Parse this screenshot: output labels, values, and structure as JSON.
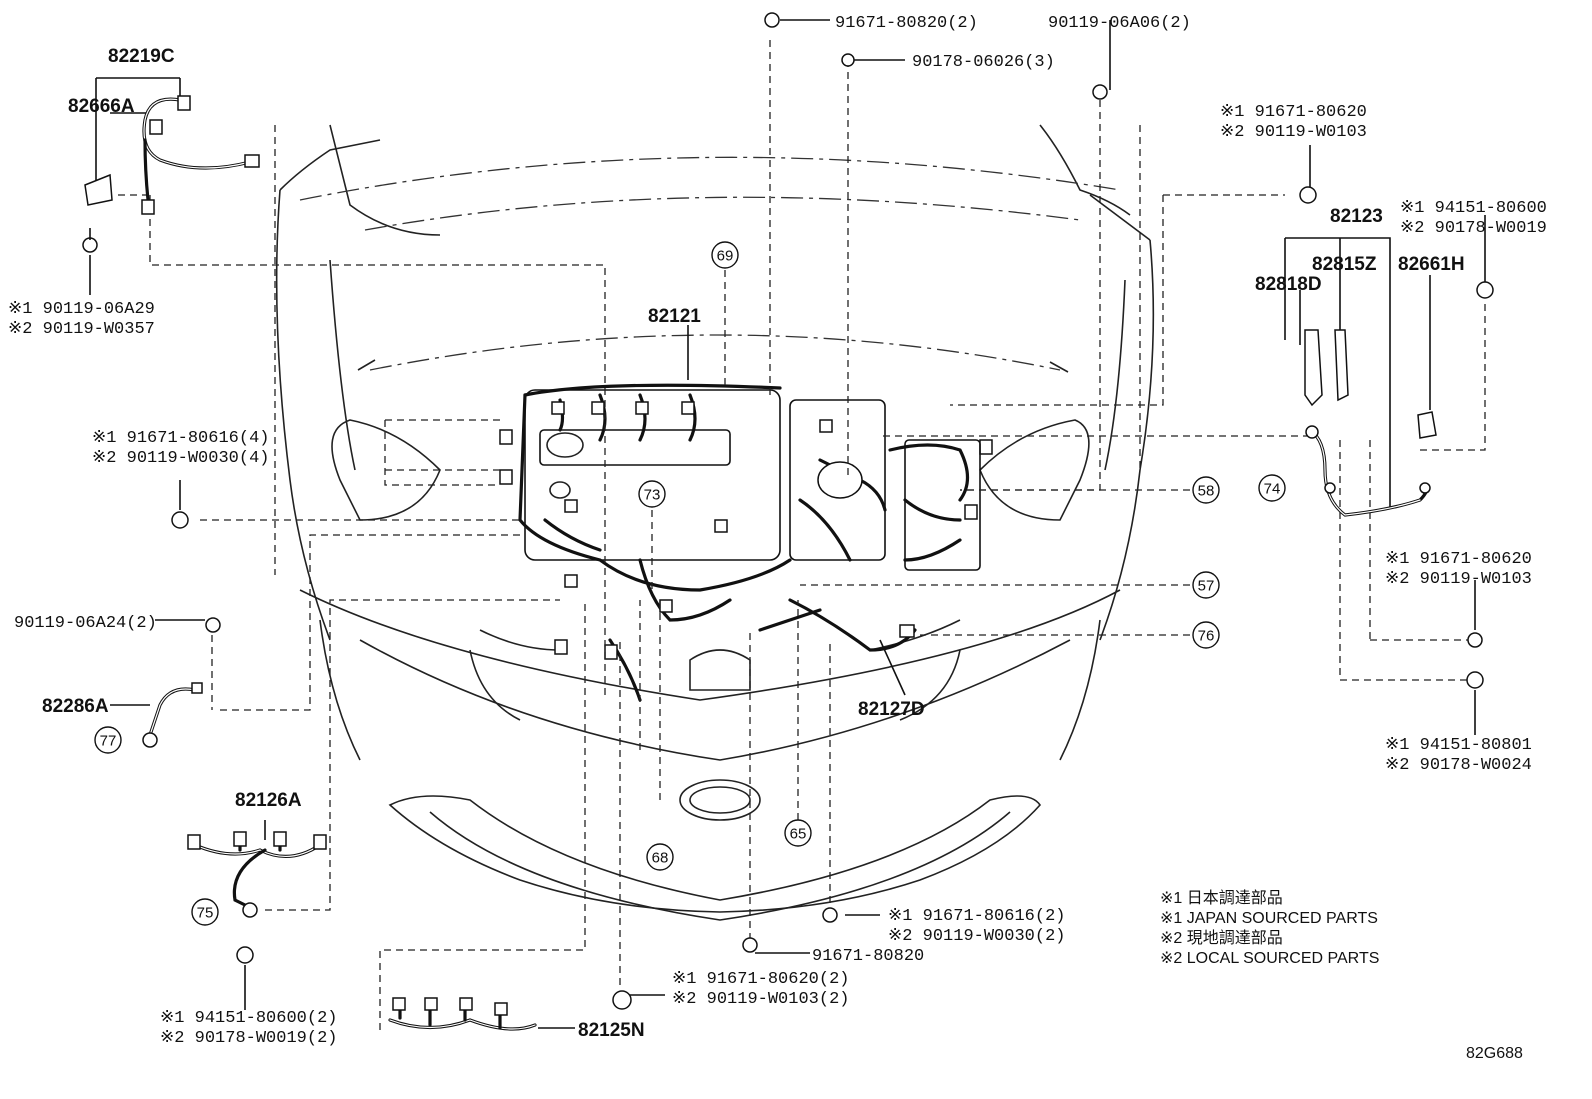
{
  "diagram_code": "82G688",
  "parts": {
    "p82219C": "82219C",
    "p82666A": "82666A",
    "p82121": "82121",
    "p82123": "82123",
    "p82815Z": "82815Z",
    "p82818D": "82818D",
    "p82661H": "82661H",
    "p82286A": "82286A",
    "p82126A": "82126A",
    "p82127D": "82127D",
    "p82125N": "82125N"
  },
  "fasteners": {
    "f_top_bolt": "91671-80820(2)",
    "f_top_clip": "90178-06026(3)",
    "f_top_right": "90119-06A06(2)",
    "f_left_top_1": "※1 90119-06A29",
    "f_left_top_2": "※2 90119-W0357",
    "f_left_mid_1": "※1 91671-80616(4)",
    "f_left_mid_2": "※2 90119-W0030(4)",
    "f_left_low": "90119-06A24(2)",
    "f_bottom_left_1": "※1 94151-80600(2)",
    "f_bottom_left_2": "※2 90178-W0019(2)",
    "f_bottom_mid_1": "※1 91671-80620(2)",
    "f_bottom_mid_2": "※2 90119-W0103(2)",
    "f_bottom_bolt": "91671-80820",
    "f_bottom_right_1": "※1 91671-80616(2)",
    "f_bottom_right_2": "※2 90119-W0030(2)",
    "f_right_top_1": "※1 91671-80620",
    "f_right_top_2": "※2 90119-W0103",
    "f_right_clip_1": "※1 94151-80600",
    "f_right_clip_2": "※2 90178-W0019",
    "f_right_mid_1": "※1 91671-80620",
    "f_right_mid_2": "※2 90119-W0103",
    "f_right_low_1": "※1 94151-80801",
    "f_right_low_2": "※2 90178-W0024"
  },
  "callouts": {
    "c57": "57",
    "c58": "58",
    "c65": "65",
    "c68": "68",
    "c69": "69",
    "c73": "73",
    "c74": "74",
    "c75": "75",
    "c76": "76",
    "c77": "77"
  },
  "legend": [
    "※1 日本調達部品",
    "※1 JAPAN SOURCED PARTS",
    "※2 現地調達部品",
    "※2 LOCAL SOURCED PARTS"
  ]
}
